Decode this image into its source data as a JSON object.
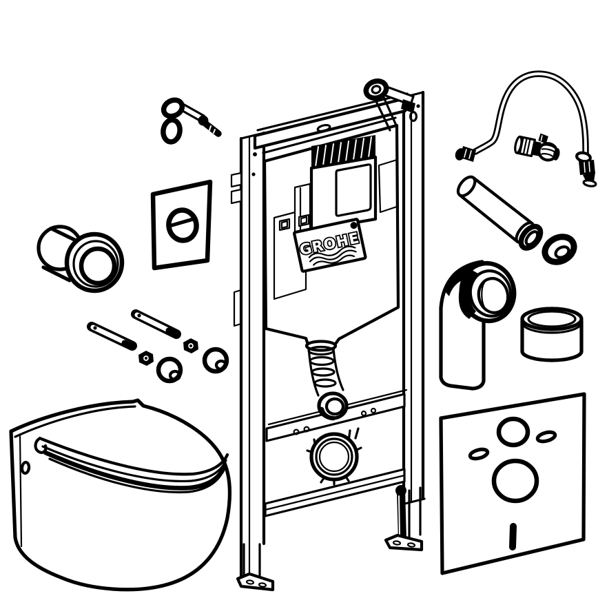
{
  "page": {
    "description": "Exploded parts diagram of a GROHE wall-hung toilet installation kit",
    "background": "#ffffff",
    "line_color": "#000000"
  },
  "brand": {
    "logo_text": "GROHE",
    "registered_symbol": "®"
  },
  "parts": [
    {
      "name": "wall-anchor-bolt"
    },
    {
      "name": "actuation-plate"
    },
    {
      "name": "flush-pipe-sleeve"
    },
    {
      "name": "fixing-studs-and-nuts"
    },
    {
      "name": "cover-caps"
    },
    {
      "name": "wall-hung-toilet"
    },
    {
      "name": "installation-frame"
    },
    {
      "name": "concealed-cistern"
    },
    {
      "name": "inspection-shaft-box"
    },
    {
      "name": "grohe-logo-label"
    },
    {
      "name": "flush-bend"
    },
    {
      "name": "drain-bracket-ring"
    },
    {
      "name": "wall-bracket-bolt"
    },
    {
      "name": "supply-hose"
    },
    {
      "name": "angle-fitting"
    },
    {
      "name": "flush-pipe"
    },
    {
      "name": "seal-ring"
    },
    {
      "name": "drain-elbow"
    },
    {
      "name": "reducer-cap"
    },
    {
      "name": "sound-insulation-mat"
    }
  ]
}
